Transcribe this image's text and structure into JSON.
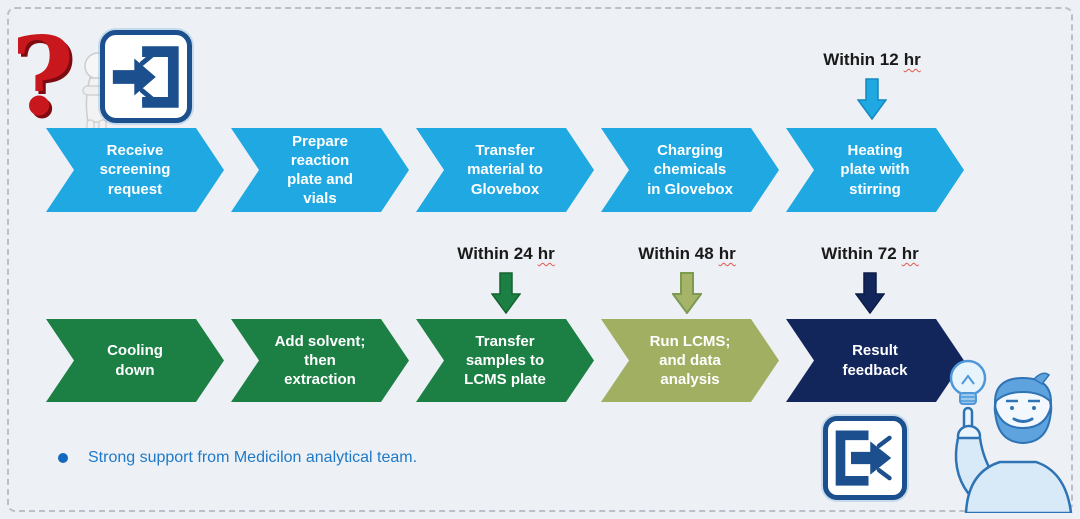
{
  "palette": {
    "background": "#EDF1F5",
    "frame_border": "#B9C0C9",
    "blue": "#1FA8E2",
    "green": "#1C8044",
    "olive": "#A1AF62",
    "navy": "#12265C",
    "timing_text": "#1A1A1A",
    "spellcheck_red": "#E2574C",
    "footnote_text": "#1E79C8",
    "footnote_bullet": "#1467BF",
    "icon_navy": "#1B4F8E",
    "question_red": "#C9171E",
    "person_outline": "#2E74B5",
    "person_fill": "#D8EAF8",
    "person_hair": "#5FA3DE"
  },
  "flow": {
    "top_row": [
      {
        "label": "Receive\nscreening\nrequest",
        "color": "#1FA8E2"
      },
      {
        "label": "Prepare\nreaction\nplate and\nvials",
        "color": "#1FA8E2"
      },
      {
        "label": "Transfer\nmaterial to\nGlovebox",
        "color": "#1FA8E2"
      },
      {
        "label": "Charging\nchemicals\nin Glovebox",
        "color": "#1FA8E2"
      },
      {
        "label": "Heating\nplate with\nstirring",
        "color": "#1FA8E2"
      }
    ],
    "bottom_row": [
      {
        "label": "Cooling\ndown",
        "color": "#1C8044"
      },
      {
        "label": "Add solvent;\nthen\nextraction",
        "color": "#1C8044"
      },
      {
        "label": "Transfer\nsamples to\nLCMS plate",
        "color": "#1C8044"
      },
      {
        "label": "Run LCMS;\nand data\nanalysis",
        "color": "#A1AF62"
      },
      {
        "label": "Result\nfeedback",
        "color": "#12265C"
      }
    ]
  },
  "timings": [
    {
      "label": "Within 12",
      "unit": "hr",
      "arrow_fill": "#1FA8E2",
      "arrow_stroke": "#1489C0"
    },
    {
      "label": "Within 24",
      "unit": "hr",
      "arrow_fill": "#1C8044",
      "arrow_stroke": "#14632F"
    },
    {
      "label": "Within 48",
      "unit": "hr",
      "arrow_fill": "#A5B469",
      "arrow_stroke": "#7C9A52"
    },
    {
      "label": "Within 72",
      "unit": "hr",
      "arrow_fill": "#12265C",
      "arrow_stroke": "#0D1C45"
    }
  ],
  "footnote": {
    "text": "Strong support from Medicilon analytical team."
  },
  "icons": {
    "top_left_1": "question-mark-thinking-figure",
    "top_left_2": "enter-door-icon",
    "bottom_right_1": "exit-door-icon",
    "bottom_right_2": "person-idea-lightbulb"
  }
}
